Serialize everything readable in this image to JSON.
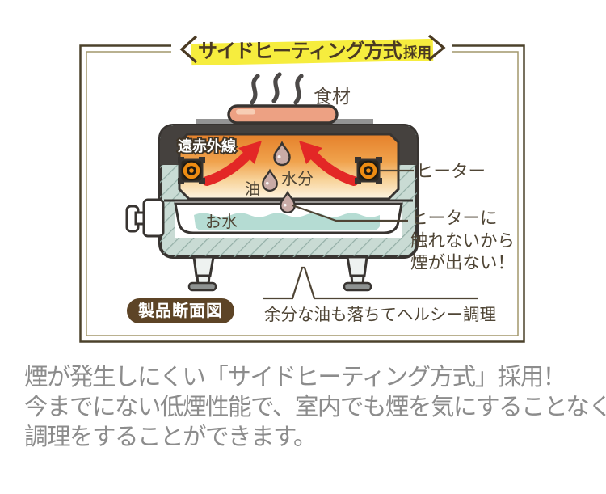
{
  "title": {
    "main": "サイドヒーティング方式",
    "suffix": "採用"
  },
  "diagram": {
    "badge": "製品断面図",
    "food_label": "食材",
    "far_infrared_label": "遠赤外線",
    "heater_label": "ヒーター",
    "moisture_label": "水分",
    "oil_label": "油",
    "water_label": "お水",
    "no_smoke_note": {
      "line1": "ヒーターに",
      "line2": "触れないから",
      "line3": "煙が出ない！"
    },
    "healthy_note": "余分な油も落ちてヘルシー調理"
  },
  "description": {
    "line1": "煙が発生しにくい「サイドヒーティング方式」採用！",
    "line2": "今までにない低煙性能で、室内でも煙を気にすることなく",
    "line3": "調理をすることができます。"
  },
  "colors": {
    "accent_yellow": "#f6ed3e",
    "heading_brown": "#4a3a23",
    "outline_dark": "#383431",
    "wall_teal": "#c9dbd4",
    "hatch_teal": "#93aea6",
    "heat_orange": "#e5802a",
    "arrow_red": "#e32726",
    "heater_orange": "#ee8c12",
    "droplet_pink": "#c9aba6",
    "water_teal": "#b5dcd3",
    "food_salmon": "#eda183",
    "plate_gray": "#949494",
    "badge_brown": "#5d4426",
    "label_brown": "#4f4535",
    "frame_olive": "#4c422b",
    "frame_olive_light": "#a2976b",
    "paragraph_gray": "#8c8c8c"
  }
}
